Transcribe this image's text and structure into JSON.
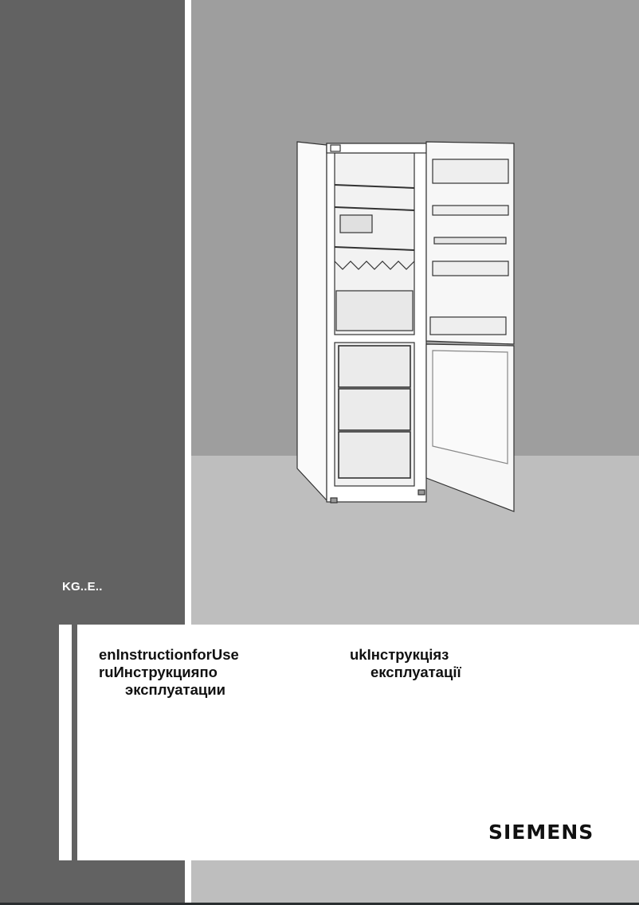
{
  "cover": {
    "model": "KG..E..",
    "titles": {
      "en": "enInstructionforUse",
      "ru_line1": "ruИнструкцияпо",
      "ru_line2": "эксплуатации",
      "uk_line1": "ukІнструкціяз",
      "uk_line2": "експлуатації"
    },
    "brand": "SIEMENS",
    "illustration": "fridge-freezer-open-doors"
  },
  "colors": {
    "dark_panel": "#626262",
    "background_wall": "#9e9e9e",
    "floor": "#bebebe",
    "content_box": "#ffffff",
    "text": "#111111"
  }
}
